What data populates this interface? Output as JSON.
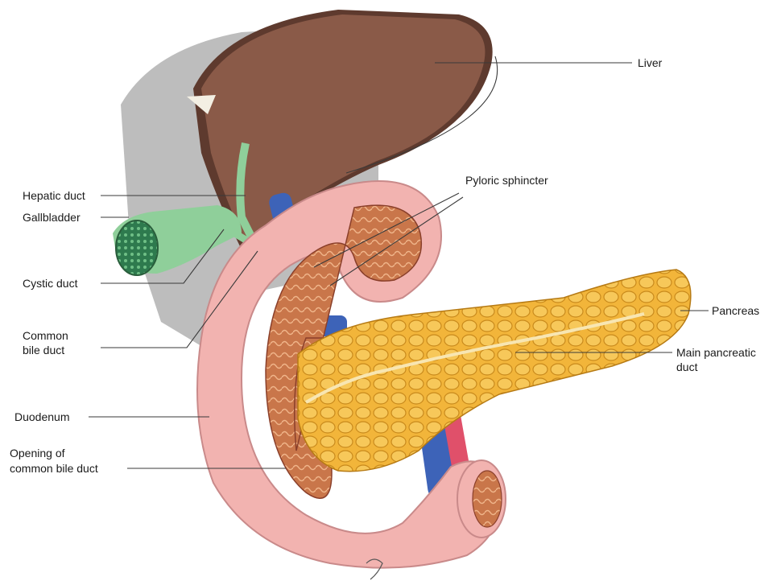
{
  "labels": {
    "liver": "Liver",
    "pyloric_sphincter": "Pyloric sphincter",
    "hepatic_duct": "Hepatic duct",
    "gallbladder": "Gallbladder",
    "cystic_duct": "Cystic duct",
    "common_bile_duct_1": "Common",
    "common_bile_duct_2": "bile duct",
    "pancreas": "Pancreas",
    "main_pancreatic_duct_1": "Main pancreatic",
    "main_pancreatic_duct_2": "duct",
    "duodenum": "Duodenum",
    "opening_1": "Opening of",
    "opening_2": "common bile duct"
  },
  "colors": {
    "liver": "#8a5a48",
    "liver_shadow": "#5e3a2e",
    "background_organ": "#bdbdbd",
    "gallbladder": "#8fcf9a",
    "duodenum_wall": "#f2b3b0",
    "duodenum_lumen": "#c9764a",
    "pancreas": "#f2b53a",
    "vein": "#3d63b8",
    "artery": "#e0506a"
  }
}
